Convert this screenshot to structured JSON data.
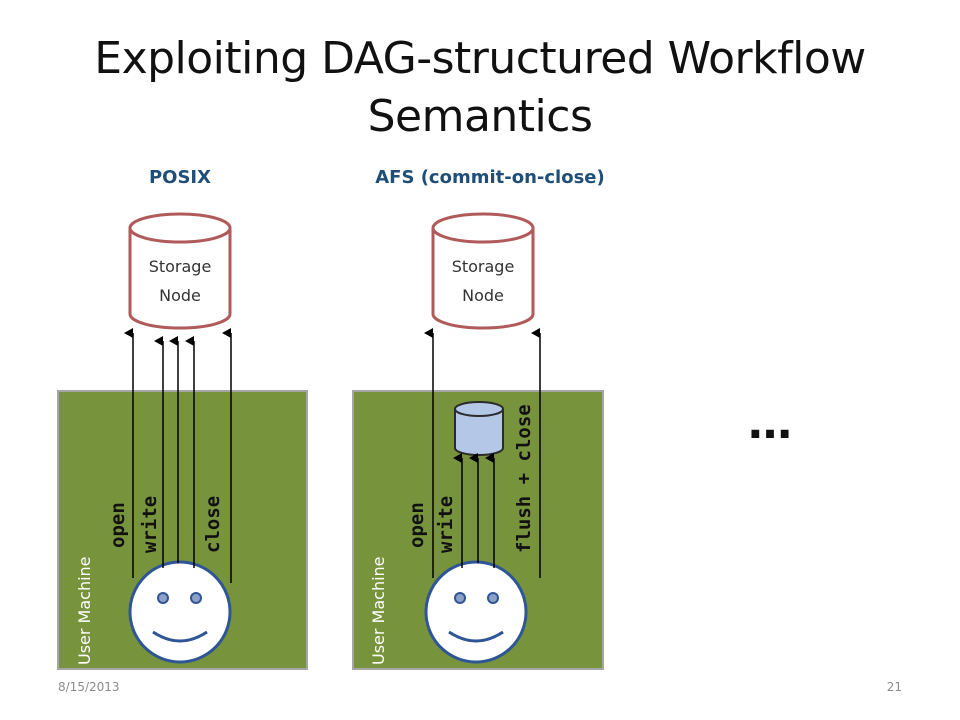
{
  "slide": {
    "title_line1": "Exploiting DAG-structured Workflow",
    "title_line2": "Semantics",
    "date": "8/15/2013",
    "page_number": "21",
    "ellipsis": "…"
  },
  "panels": [
    {
      "heading": "POSIX",
      "storage_label_line1": "Storage",
      "storage_label_line2": "Node",
      "machine_label": "User Machine",
      "ops": [
        "open",
        "write",
        "close"
      ]
    },
    {
      "heading": "AFS (commit-on-close)",
      "storage_label_line1": "Storage",
      "storage_label_line2": "Node",
      "machine_label": "User Machine",
      "ops": [
        "open",
        "write",
        "flush + close"
      ]
    }
  ],
  "colors": {
    "machine_fill": "#77933c",
    "machine_border": "#a6a6a6",
    "storage_stroke": "#b05a5a",
    "cache_fill": "#b4c7e7",
    "face_stroke": "#2f5597",
    "heading": "#1f4e79"
  }
}
